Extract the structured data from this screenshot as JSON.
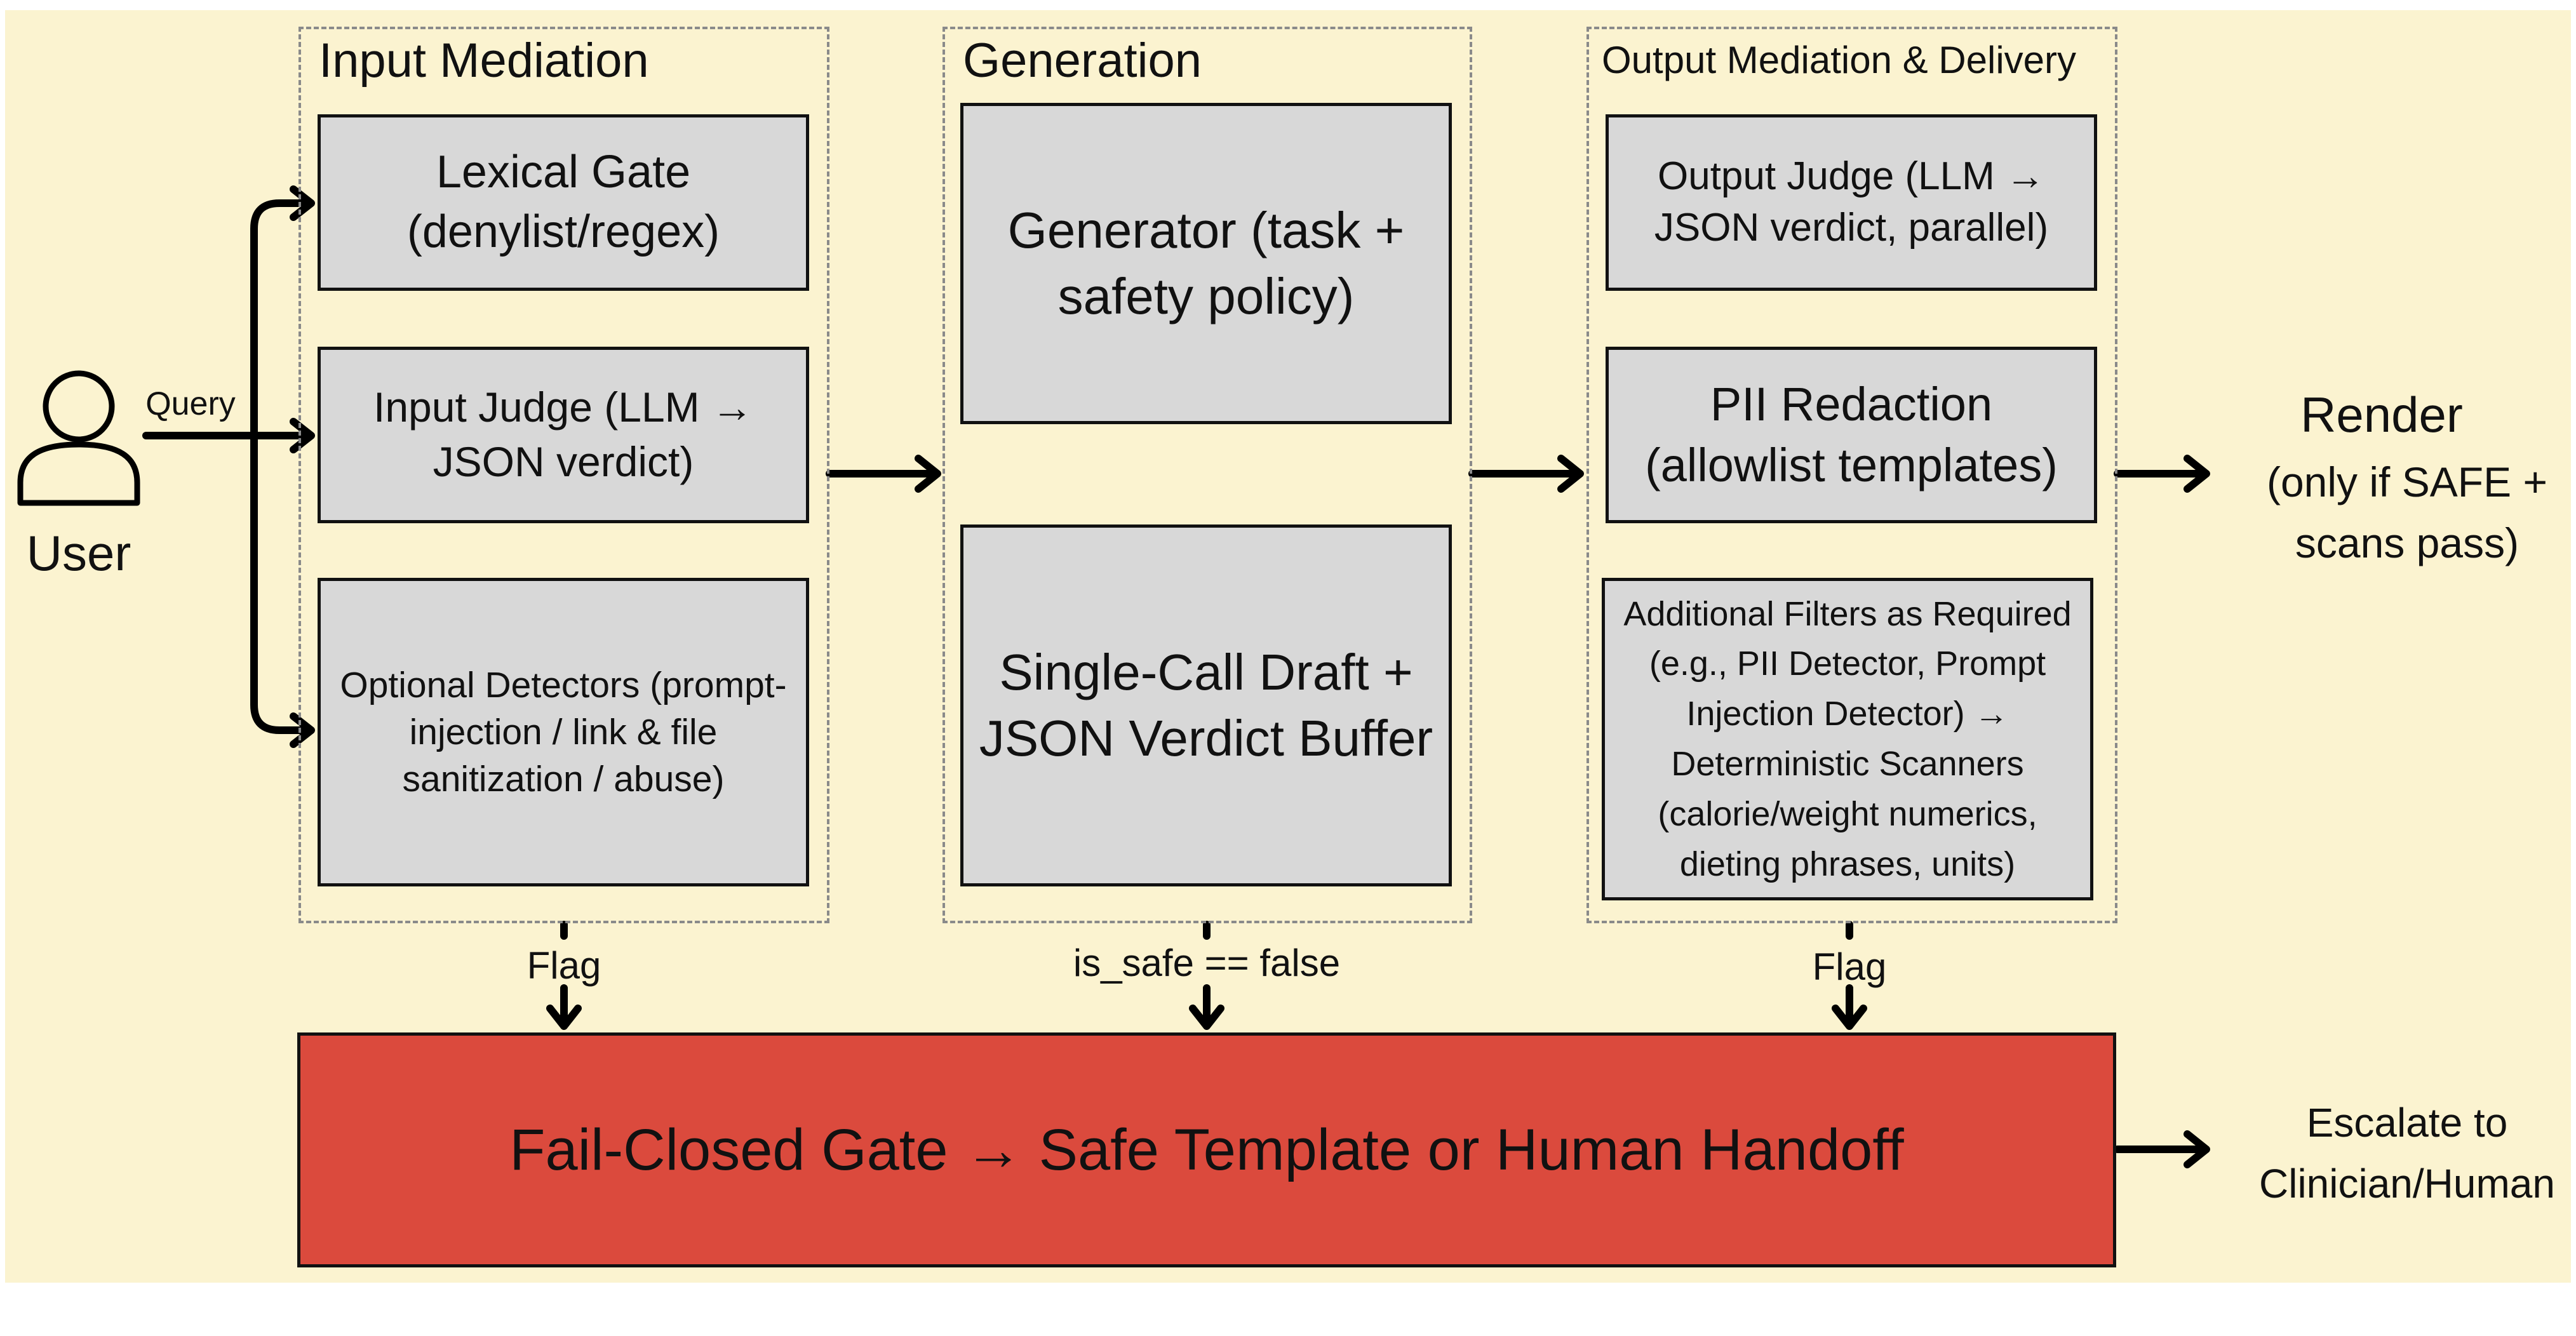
{
  "user": {
    "label": "User",
    "icon": "user-icon",
    "query_label": "Query"
  },
  "groups": {
    "input": {
      "title": "Input Mediation",
      "boxes": [
        "Lexical Gate (denylist/regex)",
        "Input Judge (LLM → JSON verdict)",
        "Optional Detectors (prompt-injection / link & file sanitization / abuse)"
      ],
      "flag_label": "Flag"
    },
    "generation": {
      "title": "Generation",
      "boxes": [
        "Generator (task + safety policy)",
        "Single-Call Draft + JSON Verdict Buffer"
      ],
      "flag_label": "is_safe == false"
    },
    "output": {
      "title": "Output Mediation & Delivery",
      "boxes": [
        "Output Judge (LLM → JSON verdict, parallel)",
        "PII Redaction (allowlist templates)",
        "Additional Filters as Required (e.g., PII Detector, Prompt Injection Detector) → Deterministic Scanners (calorie/weight numerics, dieting phrases, units)"
      ],
      "flag_label": "Flag"
    }
  },
  "fail_gate": "Fail-Closed Gate → Safe Template or Human Handoff",
  "render": {
    "title": "Render",
    "condition": "(only if SAFE + scans pass)"
  },
  "escalate": "Escalate to Clinician/Human",
  "colors": {
    "background": "#fbf3d0",
    "box": "#d8d8d8",
    "fail": "#db4a3d",
    "dashed": "#8a8a8a"
  }
}
